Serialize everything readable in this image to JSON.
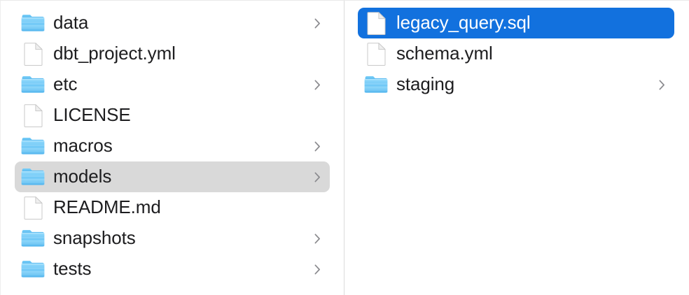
{
  "window": {
    "view_mode": "column-view",
    "background_color": "#ffffff",
    "divider_color": "#dcdcdc",
    "accent_color": "#1271de",
    "inactive_selection_color": "#d9d9d9",
    "text_color": "#1d1d1f",
    "selected_text_color": "#ffffff",
    "folder_icon_color": "#5ac0f5",
    "chevron_color": "#8a8a8e"
  },
  "columns": [
    {
      "name": "parent-column",
      "items": [
        {
          "label": "data",
          "icon": "folder-icon",
          "kind": "folder",
          "has_chevron": true,
          "selected": false,
          "selection_state": "none"
        },
        {
          "label": "dbt_project.yml",
          "icon": "file-icon",
          "kind": "file",
          "has_chevron": false,
          "selected": false,
          "selection_state": "none"
        },
        {
          "label": "etc",
          "icon": "folder-icon",
          "kind": "folder",
          "has_chevron": true,
          "selected": false,
          "selection_state": "none"
        },
        {
          "label": "LICENSE",
          "icon": "file-icon",
          "kind": "file",
          "has_chevron": false,
          "selected": false,
          "selection_state": "none"
        },
        {
          "label": "macros",
          "icon": "folder-icon",
          "kind": "folder",
          "has_chevron": true,
          "selected": false,
          "selection_state": "none"
        },
        {
          "label": "models",
          "icon": "folder-icon",
          "kind": "folder",
          "has_chevron": true,
          "selected": true,
          "selection_state": "inactive"
        },
        {
          "label": "README.md",
          "icon": "file-icon",
          "kind": "file",
          "has_chevron": false,
          "selected": false,
          "selection_state": "none"
        },
        {
          "label": "snapshots",
          "icon": "folder-icon",
          "kind": "folder",
          "has_chevron": true,
          "selected": false,
          "selection_state": "none"
        },
        {
          "label": "tests",
          "icon": "folder-icon",
          "kind": "folder",
          "has_chevron": true,
          "selected": false,
          "selection_state": "none"
        }
      ]
    },
    {
      "name": "child-column",
      "items": [
        {
          "label": "legacy_query.sql",
          "icon": "file-icon",
          "kind": "file",
          "has_chevron": false,
          "selected": true,
          "selection_state": "active"
        },
        {
          "label": "schema.yml",
          "icon": "file-icon",
          "kind": "file",
          "has_chevron": false,
          "selected": false,
          "selection_state": "none"
        },
        {
          "label": "staging",
          "icon": "folder-icon",
          "kind": "folder",
          "has_chevron": true,
          "selected": false,
          "selection_state": "none"
        }
      ]
    }
  ]
}
